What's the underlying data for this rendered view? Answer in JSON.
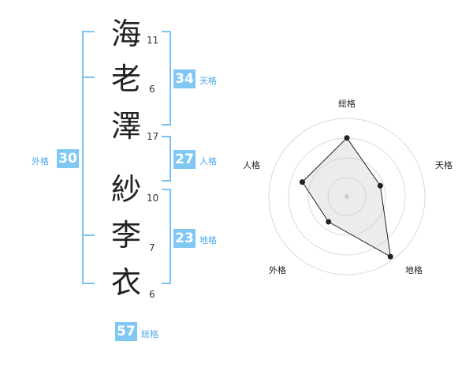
{
  "name": {
    "characters": [
      {
        "char": "海",
        "strokes": "11"
      },
      {
        "char": "老",
        "strokes": "6"
      },
      {
        "char": "澤",
        "strokes": "17"
      },
      {
        "char": "紗",
        "strokes": "10"
      },
      {
        "char": "李",
        "strokes": "7"
      },
      {
        "char": "衣",
        "strokes": "6"
      }
    ]
  },
  "fortune": {
    "tenkaku": {
      "value": "34",
      "label": "天格"
    },
    "jinkaku": {
      "value": "27",
      "label": "人格"
    },
    "chikaku": {
      "value": "23",
      "label": "地格"
    },
    "gaikaku": {
      "value": "30",
      "label": "外格"
    },
    "soukaku": {
      "value": "57",
      "label": "総格"
    }
  },
  "chart_data": {
    "type": "radar",
    "axes": [
      "総格",
      "天格",
      "地格",
      "外格",
      "人格"
    ],
    "values": [
      0.75,
      0.45,
      0.95,
      0.4,
      0.6
    ],
    "max": 1
  }
}
